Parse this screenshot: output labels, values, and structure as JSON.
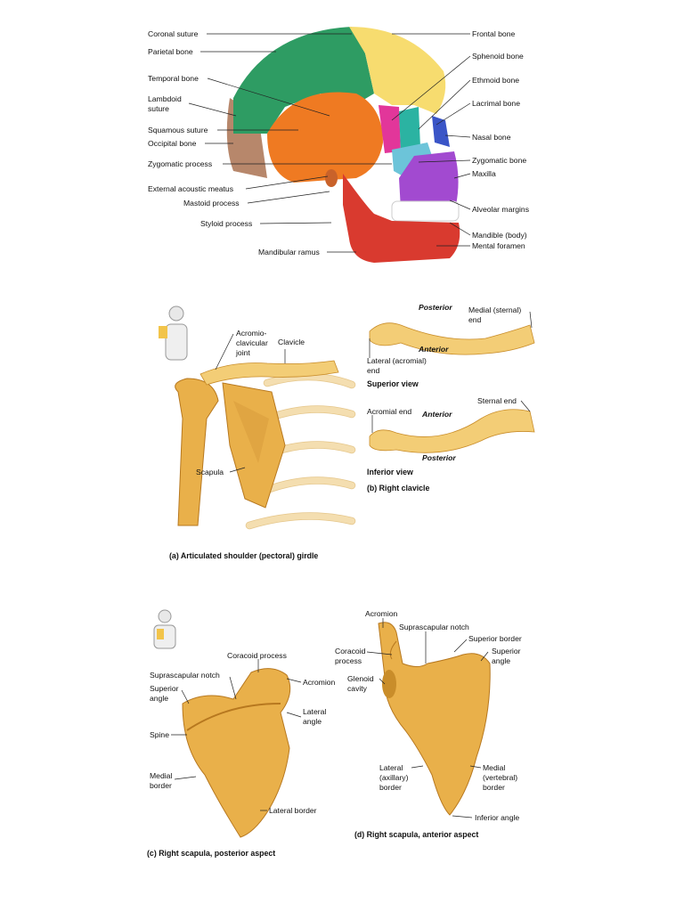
{
  "skull": {
    "left_labels": {
      "coronal_suture": "Coronal suture",
      "parietal_bone": "Parietal bone",
      "temporal_bone": "Temporal bone",
      "lambdoid_1": "Lambdoid",
      "lambdoid_2": "suture",
      "squamous_suture": "Squamous suture",
      "occipital_bone": "Occipital bone",
      "zygomatic_process": "Zygomatic process",
      "external_acoustic_meatus": "External acoustic meatus",
      "mastoid_process": "Mastoid process",
      "styloid_process": "Styloid process",
      "mandibular_ramus": "Mandibular ramus"
    },
    "right_labels": {
      "frontal_bone": "Frontal bone",
      "sphenoid_bone": "Sphenoid bone",
      "ethmoid_bone": "Ethmoid bone",
      "lacrimal_bone": "Lacrimal bone",
      "nasal_bone": "Nasal bone",
      "zygomatic_bone": "Zygomatic bone",
      "maxilla": "Maxilla",
      "alveolar_margins": "Alveolar margins",
      "mandible_body": "Mandible (body)",
      "mental_foramen": "Mental foramen"
    }
  },
  "shoulder": {
    "acromio_1": "Acromio-",
    "acromio_2": "clavicular",
    "acromio_3": "joint",
    "clavicle": "Clavicle",
    "scapula": "Scapula",
    "caption_a": "(a) Articulated shoulder (pectoral) girdle"
  },
  "clavicle": {
    "posterior_top": "Posterior",
    "medial_1": "Medial (sternal)",
    "medial_2": "end",
    "anterior_top": "Anterior",
    "lateral_1": "Lateral (acromial)",
    "lateral_2": "end",
    "superior_view": "Superior view",
    "acromial_end": "Acromial end",
    "anterior_bottom": "Anterior",
    "sternal_end": "Sternal end",
    "posterior_bottom": "Posterior",
    "inferior_view": "Inferior view",
    "caption_b": "(b) Right clavicle"
  },
  "scapula_posterior": {
    "coracoid_process": "Coracoid process",
    "suprascapular_notch": "Suprascapular notch",
    "superior_angle_1": "Superior",
    "superior_angle_2": "angle",
    "acromion": "Acromion",
    "lateral_angle_1": "Lateral",
    "lateral_angle_2": "angle",
    "spine": "Spine",
    "medial_border_1": "Medial",
    "medial_border_2": "border",
    "lateral_border": "Lateral border",
    "caption_c": "(c) Right scapula, posterior aspect"
  },
  "scapula_anterior": {
    "acromion": "Acromion",
    "suprascapular_notch": "Suprascapular notch",
    "superior_border": "Superior border",
    "coracoid_1": "Coracoid",
    "coracoid_2": "process",
    "superior_angle_1": "Superior",
    "superior_angle_2": "angle",
    "glenoid_1": "Glenoid",
    "glenoid_2": "cavity",
    "lateral_1": "Lateral",
    "lateral_2": "(axillary)",
    "lateral_3": "border",
    "medial_1": "Medial",
    "medial_2": "(vertebral)",
    "medial_3": "border",
    "inferior_angle": "Inferior angle",
    "caption_d": "(d) Right scapula, anterior aspect"
  },
  "colors": {
    "parietal": "#2e9c63",
    "frontal": "#f7dc6f",
    "temporal": "#ef7a22",
    "occipital": "#b7876b",
    "sphenoid": "#e2369a",
    "ethmoid": "#2bb3a2",
    "nasal": "#3a55c7",
    "zygomatic": "#6cc4d9",
    "maxilla": "#a24ad0",
    "mandible": "#d93a2f",
    "bone": "#e9b04a"
  }
}
